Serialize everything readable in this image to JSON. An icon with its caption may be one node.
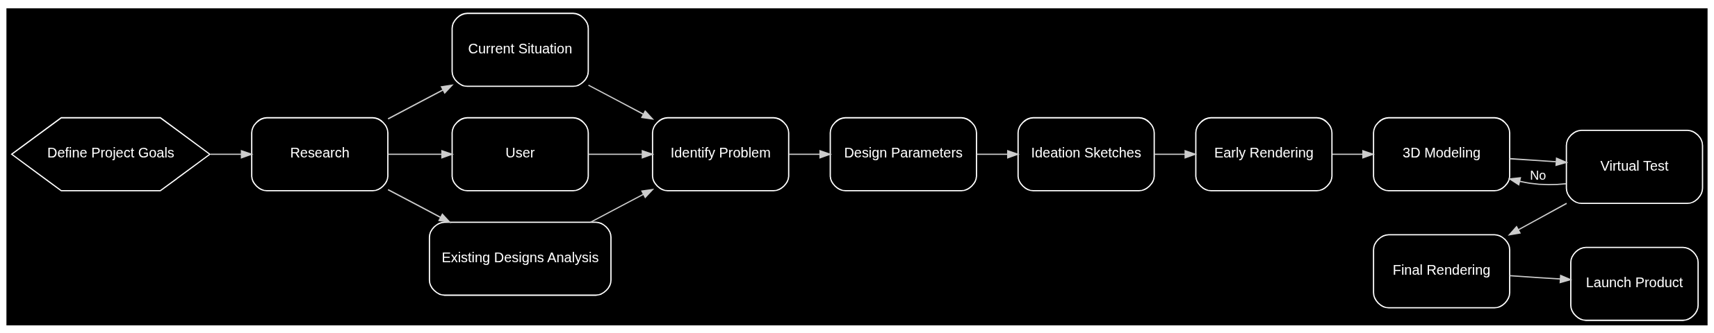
{
  "diagram": {
    "nodes": [
      {
        "text": [
          "Define Project Goals"
        ]
      },
      {
        "text": [
          "Research"
        ]
      },
      {
        "text": [
          "Current Situation"
        ]
      },
      {
        "text": [
          "User"
        ]
      },
      {
        "text": [
          "Existing Designs Analysis"
        ]
      },
      {
        "text": [
          "Identify Problem"
        ]
      },
      {
        "text": [
          "Design Parameters"
        ]
      },
      {
        "text": [
          "Ideation Sketches"
        ]
      },
      {
        "text": [
          "Early Rendering"
        ]
      },
      {
        "text": [
          "3D Modeling"
        ]
      },
      {
        "text": [
          "Virtual Test"
        ]
      },
      {
        "text": [
          "Final Rendering"
        ]
      },
      {
        "text": [
          "Launch Product"
        ]
      }
    ],
    "edges": [
      {
        "from": 0,
        "to": 1,
        "arrow": "to"
      },
      {
        "from": 1,
        "to": 2,
        "arrow": "to"
      },
      {
        "from": 1,
        "to": 3,
        "arrow": "to"
      },
      {
        "from": 1,
        "to": 4,
        "arrow": "to"
      },
      {
        "from": 2,
        "to": 5,
        "arrow": "to"
      },
      {
        "from": 3,
        "to": 5,
        "arrow": "to"
      },
      {
        "from": 4,
        "to": 5,
        "arrow": "to"
      },
      {
        "from": 5,
        "to": 6,
        "arrow": "to"
      },
      {
        "from": 6,
        "to": 7,
        "arrow": "to"
      },
      {
        "from": 7,
        "to": 8,
        "arrow": "to"
      },
      {
        "from": 8,
        "to": 9,
        "arrow": "to"
      },
      {
        "from": 9,
        "to": 10,
        "arrow": "to"
      },
      {
        "from": 10,
        "to": 9,
        "arrow": "to",
        "label": "No"
      },
      {
        "from": 10,
        "to": 11,
        "arrow": "to"
      },
      {
        "from": 11,
        "to": 12,
        "arrow": "to"
      }
    ]
  }
}
